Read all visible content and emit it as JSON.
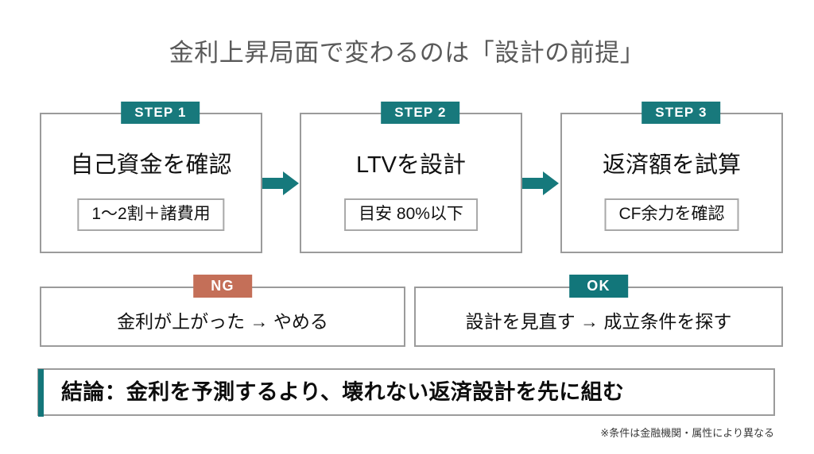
{
  "slide": {
    "title": "金利上昇局面で変わるのは「設計の前提」",
    "footnote": "※条件は金融機関・属性により異なる",
    "background_color": "#ffffff"
  },
  "colors": {
    "teal": "#18797c",
    "terracotta": "#c46f58",
    "border_gray": "#9b9b9b",
    "title_gray": "#5a5a5a",
    "body_black": "#111111"
  },
  "steps": [
    {
      "badge": "STEP 1",
      "title": "自己資金を確認",
      "sub": "1〜2割＋諸費用"
    },
    {
      "badge": "STEP 2",
      "title": "LTVを設計",
      "sub": "目安 80%以下"
    },
    {
      "badge": "STEP 3",
      "title": "返済額を試算",
      "sub": "CF余力を確認"
    }
  ],
  "connectors": [
    {
      "name": "arrow-step1-to-step2",
      "direction": "right",
      "color": "#16797c"
    },
    {
      "name": "arrow-step2-to-step3",
      "direction": "right",
      "color": "#16797c"
    }
  ],
  "verdicts": [
    {
      "badge": "NG",
      "badge_color": "#c46f58",
      "text": "金利が上がった → やめる"
    },
    {
      "badge": "OK",
      "badge_color": "#12767a",
      "text": "設計を見直す → 成立条件を探す"
    }
  ],
  "conclusion": {
    "accent_color": "#14767a",
    "text": "結論：金利を予測するより、壊れない返済設計を先に組む"
  }
}
